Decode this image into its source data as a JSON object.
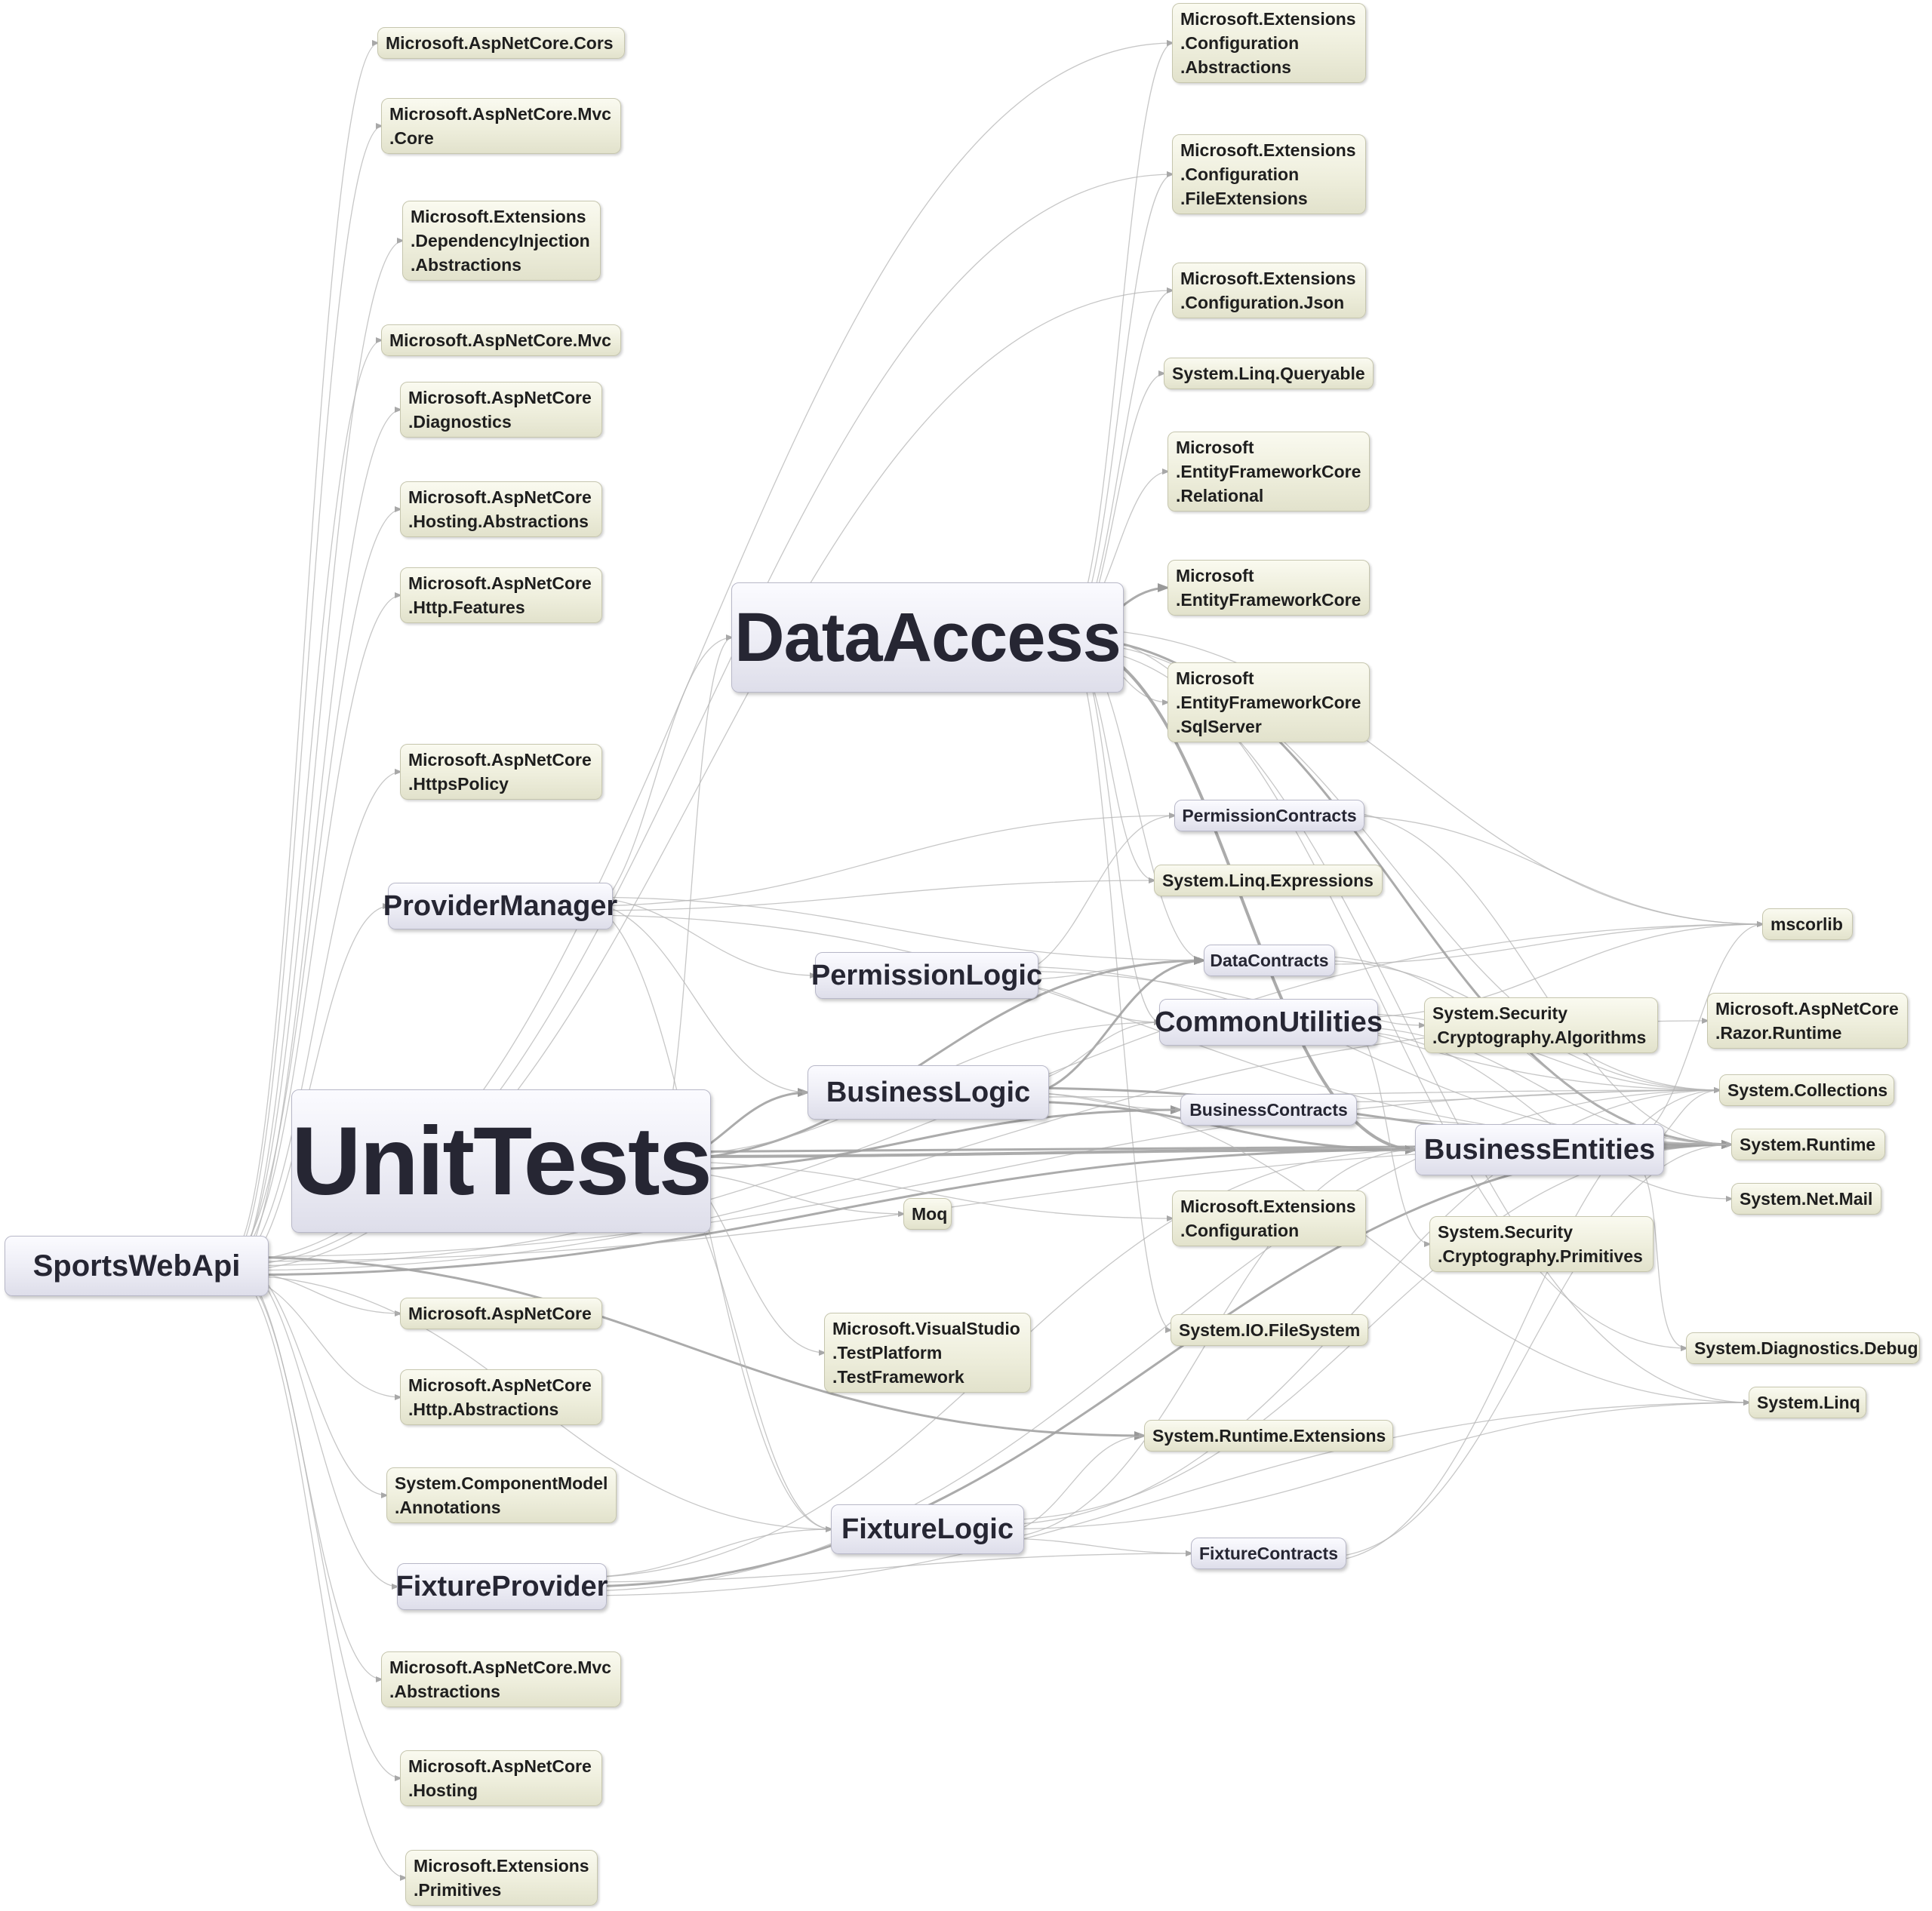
{
  "diagram": {
    "colors": {
      "edge": "#b4b4b4",
      "edge_heavy": "#a2a2a2",
      "external_fill": "#eeeedc",
      "project_fill": "#ebebf4"
    },
    "nodes": [
      {
        "id": "cors",
        "label": "Microsoft.AspNetCore.Cors",
        "kind": "external"
      },
      {
        "id": "mvccore",
        "label": "Microsoft.AspNetCore.Mvc\n.Core",
        "kind": "external"
      },
      {
        "id": "diabs",
        "label": "Microsoft.Extensions\n.DependencyInjection\n.Abstractions",
        "kind": "external"
      },
      {
        "id": "mvc",
        "label": "Microsoft.AspNetCore.Mvc",
        "kind": "external"
      },
      {
        "id": "diag",
        "label": "Microsoft.AspNetCore\n.Diagnostics",
        "kind": "external"
      },
      {
        "id": "hostabs",
        "label": "Microsoft.AspNetCore\n.Hosting.Abstractions",
        "kind": "external"
      },
      {
        "id": "httpfeat",
        "label": "Microsoft.AspNetCore\n.Http.Features",
        "kind": "external"
      },
      {
        "id": "httpspol",
        "label": "Microsoft.AspNetCore\n.HttpsPolicy",
        "kind": "external"
      },
      {
        "id": "aspcore",
        "label": "Microsoft.AspNetCore",
        "kind": "external"
      },
      {
        "id": "httpabs",
        "label": "Microsoft.AspNetCore\n.Http.Abstractions",
        "kind": "external"
      },
      {
        "id": "compann",
        "label": "System.ComponentModel\n.Annotations",
        "kind": "external"
      },
      {
        "id": "mvcabs",
        "label": "Microsoft.AspNetCore.Mvc\n.Abstractions",
        "kind": "external"
      },
      {
        "id": "hosting",
        "label": "Microsoft.AspNetCore\n.Hosting",
        "kind": "external"
      },
      {
        "id": "prims",
        "label": "Microsoft.Extensions\n.Primitives",
        "kind": "external"
      },
      {
        "id": "cfgabs",
        "label": "Microsoft.Extensions\n.Configuration\n.Abstractions",
        "kind": "external"
      },
      {
        "id": "cfgfile",
        "label": "Microsoft.Extensions\n.Configuration\n.FileExtensions",
        "kind": "external"
      },
      {
        "id": "cfgjson",
        "label": "Microsoft.Extensions\n.Configuration.Json",
        "kind": "external"
      },
      {
        "id": "linqq",
        "label": "System.Linq.Queryable",
        "kind": "external"
      },
      {
        "id": "efrel",
        "label": "Microsoft\n.EntityFrameworkCore\n.Relational",
        "kind": "external"
      },
      {
        "id": "ef",
        "label": "Microsoft\n.EntityFrameworkCore",
        "kind": "external"
      },
      {
        "id": "efsql",
        "label": "Microsoft\n.EntityFrameworkCore\n.SqlServer",
        "kind": "external"
      },
      {
        "id": "linqexp",
        "label": "System.Linq.Expressions",
        "kind": "external"
      },
      {
        "id": "cryalg",
        "label": "System.Security\n.Cryptography.Algorithms",
        "kind": "external"
      },
      {
        "id": "cfg",
        "label": "Microsoft.Extensions\n.Configuration",
        "kind": "external"
      },
      {
        "id": "cryprim",
        "label": "System.Security\n.Cryptography.Primitives",
        "kind": "external"
      },
      {
        "id": "iofs",
        "label": "System.IO.FileSystem",
        "kind": "external"
      },
      {
        "id": "rtext",
        "label": "System.Runtime.Extensions",
        "kind": "external"
      },
      {
        "id": "moq",
        "label": "Moq",
        "kind": "external"
      },
      {
        "id": "vstest",
        "label": "Microsoft.VisualStudio\n.TestPlatform\n.TestFramework",
        "kind": "external"
      },
      {
        "id": "mscorlib",
        "label": "mscorlib",
        "kind": "external"
      },
      {
        "id": "razor",
        "label": "Microsoft.AspNetCore\n.Razor.Runtime",
        "kind": "external"
      },
      {
        "id": "coll",
        "label": "System.Collections",
        "kind": "external"
      },
      {
        "id": "runtime",
        "label": "System.Runtime",
        "kind": "external"
      },
      {
        "id": "netmail",
        "label": "System.Net.Mail",
        "kind": "external"
      },
      {
        "id": "dbg",
        "label": "System.Diagnostics.Debug",
        "kind": "external"
      },
      {
        "id": "linq",
        "label": "System.Linq",
        "kind": "external"
      },
      {
        "id": "dataaccess",
        "label": "DataAccess",
        "kind": "project"
      },
      {
        "id": "unittests",
        "label": "UnitTests",
        "kind": "project"
      },
      {
        "id": "sportswebapi",
        "label": "SportsWebApi",
        "kind": "project"
      },
      {
        "id": "providermanager",
        "label": "ProviderManager",
        "kind": "project"
      },
      {
        "id": "permissionlogic",
        "label": "PermissionLogic",
        "kind": "project"
      },
      {
        "id": "businesslogic",
        "label": "BusinessLogic",
        "kind": "project"
      },
      {
        "id": "fixturelogic",
        "label": "FixtureLogic",
        "kind": "project"
      },
      {
        "id": "fixtureprovider",
        "label": "FixtureProvider",
        "kind": "project"
      },
      {
        "id": "businessentities",
        "label": "BusinessEntities",
        "kind": "project"
      },
      {
        "id": "commonutilities",
        "label": "CommonUtilities",
        "kind": "project"
      },
      {
        "id": "permissioncontracts",
        "label": "PermissionContracts",
        "kind": "project"
      },
      {
        "id": "datacontracts",
        "label": "DataContracts",
        "kind": "project"
      },
      {
        "id": "businesscontracts",
        "label": "BusinessContracts",
        "kind": "project"
      },
      {
        "id": "fixturecontracts",
        "label": "FixtureContracts",
        "kind": "project"
      }
    ],
    "edges": [
      [
        "sportswebapi",
        "cors",
        1
      ],
      [
        "sportswebapi",
        "mvccore",
        1
      ],
      [
        "sportswebapi",
        "diabs",
        1
      ],
      [
        "sportswebapi",
        "mvc",
        1
      ],
      [
        "sportswebapi",
        "diag",
        1
      ],
      [
        "sportswebapi",
        "hostabs",
        1
      ],
      [
        "sportswebapi",
        "httpfeat",
        1
      ],
      [
        "sportswebapi",
        "httpspol",
        1
      ],
      [
        "sportswebapi",
        "aspcore",
        1
      ],
      [
        "sportswebapi",
        "httpabs",
        1
      ],
      [
        "sportswebapi",
        "compann",
        1
      ],
      [
        "sportswebapi",
        "mvcabs",
        1
      ],
      [
        "sportswebapi",
        "hosting",
        1
      ],
      [
        "sportswebapi",
        "prims",
        1
      ],
      [
        "sportswebapi",
        "providermanager",
        1
      ],
      [
        "sportswebapi",
        "fixtureprovider",
        1
      ],
      [
        "sportswebapi",
        "cfgabs",
        1
      ],
      [
        "sportswebapi",
        "cfgfile",
        1
      ],
      [
        "sportswebapi",
        "cfgjson",
        1
      ],
      [
        "sportswebapi",
        "businessentities",
        2
      ],
      [
        "sportswebapi",
        "rtext",
        2
      ],
      [
        "sportswebapi",
        "runtime",
        1
      ],
      [
        "sportswebapi",
        "mscorlib",
        1
      ],
      [
        "sportswebapi",
        "razor",
        1
      ],
      [
        "sportswebapi",
        "fixturelogic",
        1
      ],
      [
        "sportswebapi",
        "coll",
        1
      ],
      [
        "dataaccess",
        "cfgabs",
        1
      ],
      [
        "dataaccess",
        "cfgfile",
        1
      ],
      [
        "dataaccess",
        "cfgjson",
        1
      ],
      [
        "dataaccess",
        "linqq",
        1
      ],
      [
        "dataaccess",
        "efrel",
        1
      ],
      [
        "dataaccess",
        "ef",
        2
      ],
      [
        "dataaccess",
        "efsql",
        1
      ],
      [
        "dataaccess",
        "businessentities",
        3
      ],
      [
        "dataaccess",
        "linqexp",
        1
      ],
      [
        "dataaccess",
        "commonutilities",
        1
      ],
      [
        "dataaccess",
        "datacontracts",
        1
      ],
      [
        "dataaccess",
        "runtime",
        2
      ],
      [
        "dataaccess",
        "coll",
        1
      ],
      [
        "dataaccess",
        "linq",
        1
      ],
      [
        "dataaccess",
        "mscorlib",
        1
      ],
      [
        "dataaccess",
        "dbg",
        1
      ],
      [
        "dataaccess",
        "iofs",
        1
      ],
      [
        "unittests",
        "businesslogic",
        2
      ],
      [
        "unittests",
        "moq",
        1
      ],
      [
        "unittests",
        "vstest",
        1
      ],
      [
        "unittests",
        "businessentities",
        3
      ],
      [
        "unittests",
        "datacontracts",
        2
      ],
      [
        "unittests",
        "dataaccess",
        1
      ],
      [
        "unittests",
        "businesscontracts",
        2
      ],
      [
        "unittests",
        "runtime",
        2
      ],
      [
        "unittests",
        "commonutilities",
        1
      ],
      [
        "unittests",
        "cfg",
        1
      ],
      [
        "unittests",
        "fixturelogic",
        1
      ],
      [
        "providermanager",
        "dataaccess",
        1
      ],
      [
        "providermanager",
        "permissionlogic",
        1
      ],
      [
        "providermanager",
        "businesslogic",
        1
      ],
      [
        "providermanager",
        "permissioncontracts",
        1
      ],
      [
        "providermanager",
        "linqexp",
        1
      ],
      [
        "providermanager",
        "runtime",
        1
      ],
      [
        "providermanager",
        "datacontracts",
        1
      ],
      [
        "providermanager",
        "fixturelogic",
        1
      ],
      [
        "permissionlogic",
        "permissioncontracts",
        1
      ],
      [
        "permissionlogic",
        "datacontracts",
        1
      ],
      [
        "permissionlogic",
        "commonutilities",
        1
      ],
      [
        "permissionlogic",
        "runtime",
        1
      ],
      [
        "permissionlogic",
        "coll",
        1
      ],
      [
        "businesslogic",
        "businesscontracts",
        1
      ],
      [
        "businesslogic",
        "datacontracts",
        2
      ],
      [
        "businesslogic",
        "businessentities",
        2
      ],
      [
        "businesslogic",
        "commonutilities",
        1
      ],
      [
        "businesslogic",
        "runtime",
        2
      ],
      [
        "businesslogic",
        "linq",
        1
      ],
      [
        "businesslogic",
        "coll",
        1
      ],
      [
        "fixturelogic",
        "fixturecontracts",
        1
      ],
      [
        "fixturelogic",
        "runtime",
        1
      ],
      [
        "fixturelogic",
        "coll",
        1
      ],
      [
        "fixturelogic",
        "linq",
        1
      ],
      [
        "fixturelogic",
        "rtext",
        1
      ],
      [
        "fixturelogic",
        "businessentities",
        1
      ],
      [
        "fixtureprovider",
        "fixturelogic",
        1
      ],
      [
        "fixtureprovider",
        "fixturecontracts",
        1
      ],
      [
        "fixtureprovider",
        "runtime",
        2
      ],
      [
        "fixtureprovider",
        "coll",
        1
      ],
      [
        "fixtureprovider",
        "linq",
        1
      ],
      [
        "fixtureprovider",
        "businessentities",
        1
      ],
      [
        "commonutilities",
        "cryalg",
        1
      ],
      [
        "commonutilities",
        "cryprim",
        1
      ],
      [
        "commonutilities",
        "runtime",
        1
      ],
      [
        "commonutilities",
        "netmail",
        1
      ],
      [
        "commonutilities",
        "coll",
        1
      ],
      [
        "commonutilities",
        "mscorlib",
        1
      ],
      [
        "businessentities",
        "runtime",
        2
      ],
      [
        "businessentities",
        "coll",
        1
      ],
      [
        "businessentities",
        "dbg",
        1
      ],
      [
        "businessentities",
        "mscorlib",
        1
      ],
      [
        "datacontracts",
        "runtime",
        1
      ],
      [
        "datacontracts",
        "coll",
        1
      ],
      [
        "datacontracts",
        "mscorlib",
        1
      ],
      [
        "businesscontracts",
        "runtime",
        1
      ],
      [
        "businesscontracts",
        "coll",
        1
      ],
      [
        "permissioncontracts",
        "runtime",
        1
      ],
      [
        "permissioncontracts",
        "mscorlib",
        1
      ],
      [
        "fixturecontracts",
        "runtime",
        1
      ],
      [
        "fixturecontracts",
        "coll",
        1
      ]
    ]
  }
}
